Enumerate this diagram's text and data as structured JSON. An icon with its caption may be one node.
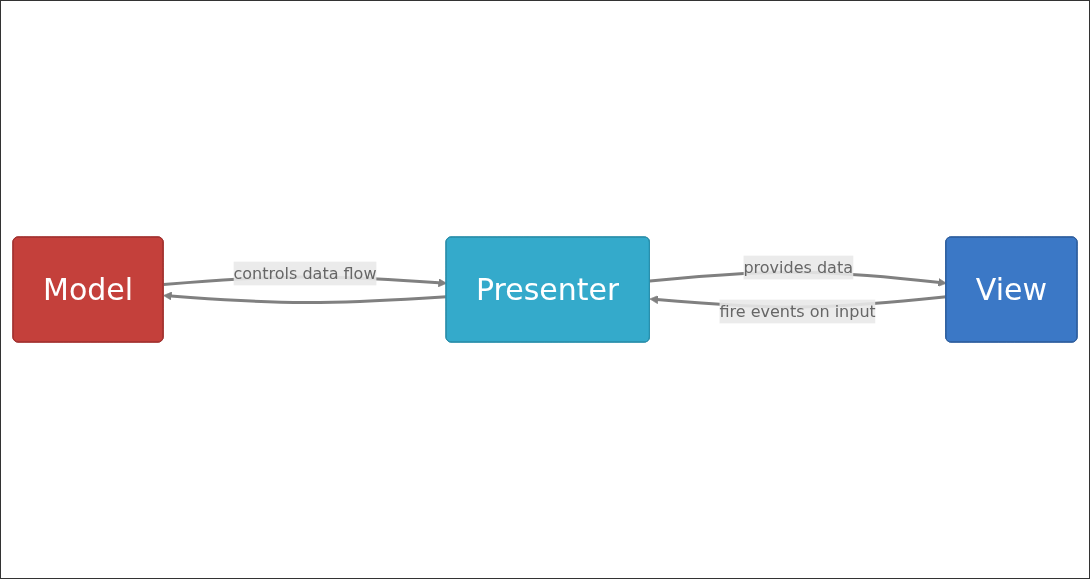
{
  "diagram": {
    "nodes": [
      {
        "text": [
          "Model"
        ]
      },
      {
        "text": [
          "Presenter"
        ]
      },
      {
        "text": [
          "View"
        ]
      }
    ],
    "edges": [
      {
        "from": 0,
        "to": 1,
        "arrow": "to",
        "label": "controls data flow"
      },
      {
        "from": 1,
        "to": 0,
        "arrow": "to"
      },
      {
        "from": 1,
        "to": 2,
        "arrow": "to",
        "label": "provides data"
      },
      {
        "from": 2,
        "to": 1,
        "arrow": "to",
        "label": "fire events on input"
      }
    ]
  }
}
